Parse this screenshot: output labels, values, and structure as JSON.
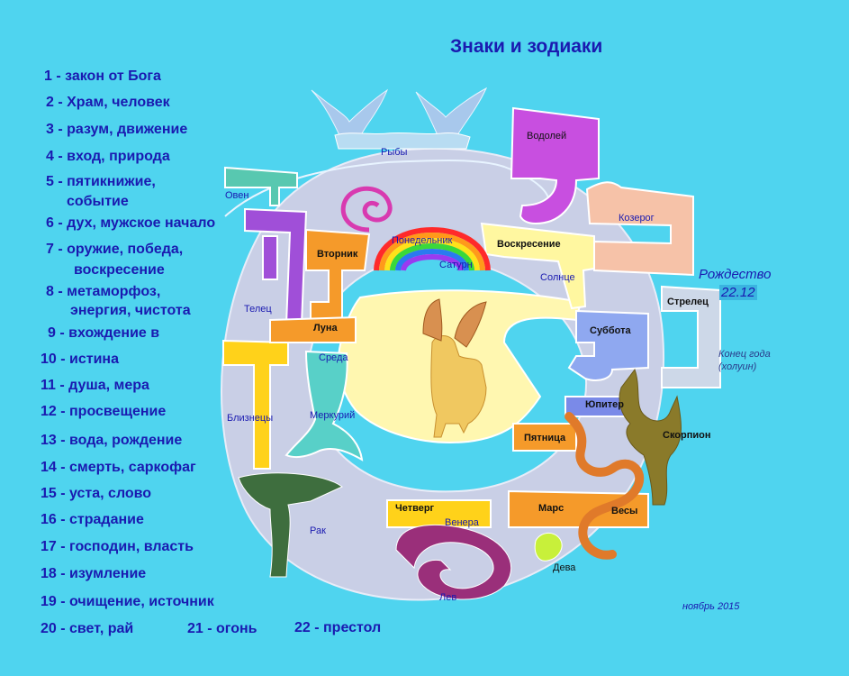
{
  "title": "Знаки и зодиаки",
  "legend": [
    "1 - закон от Бога",
    "2 - Храм, человек",
    "3 - разум, движение",
    "4 - вход, природа",
    "5 - пятикнижие,",
    "событие",
    "6 - дух, мужское начало",
    "7 - оружие, победа,",
    "воскресение",
    "8 - метаморфоз,",
    "энергия, чистота",
    "9 - вхождение в",
    "10 - истина",
    "11 - душа, мера",
    "12 - просвещение",
    "13 - вода, рождение",
    "14 - смерть, саркофаг",
    "15 - уста, слово",
    "16 - страдание",
    "17 - господин, власть",
    "18 - изумление",
    "19 - очищение, источник",
    "20 - свет, рай",
    "21 - огонь",
    "22 - престол"
  ],
  "zodiac": {
    "pisces": "Рыбы",
    "aquarius": "Водолей",
    "capricorn": "Козерог",
    "sagittarius": "Стрелец",
    "scorpio": "Скорпион",
    "libra": "Весы",
    "virgo": "Дева",
    "leo": "Лев",
    "cancer": "Рак",
    "gemini": "Близнецы",
    "taurus": "Телец",
    "aries": "Овен"
  },
  "days": {
    "tuesday": "Вторник",
    "monday": "Понедельник",
    "sunday": "Воскресение",
    "saturday": "Суббота",
    "friday": "Пятница",
    "thursday": "Четверг",
    "wednesday": "Среда"
  },
  "planets": {
    "saturn": "Сатурн",
    "sun": "Солнце",
    "moon": "Луна",
    "mercury": "Меркурий",
    "jupiter": "Юпитер",
    "mars": "Марс",
    "venus": "Венера"
  },
  "notes": {
    "christmas": "Рождество",
    "christmas_date": "22.12",
    "year_end_1": "Конец года",
    "year_end_2": "(холуин)",
    "signature": "ноябрь 2015"
  },
  "colors": {
    "background": "#4fd4ef",
    "text": "#1a1ab0",
    "aquarius": "#c84fe0",
    "capricorn": "#f6c2a8",
    "sagittarius": "#cdd8e8",
    "saturday": "#8fa8f0",
    "sunday": "#fff7a0",
    "tuesday": "#f59a2a",
    "taurus": "#a04fd8",
    "gemini": "#ffd21a",
    "cancer": "#3e6e3e",
    "leo": "#9a2f7a",
    "libra": "#f59a2a",
    "virgo": "#c8f03a",
    "scorpio": "#8a7a2a",
    "center": "#fff7b0"
  }
}
